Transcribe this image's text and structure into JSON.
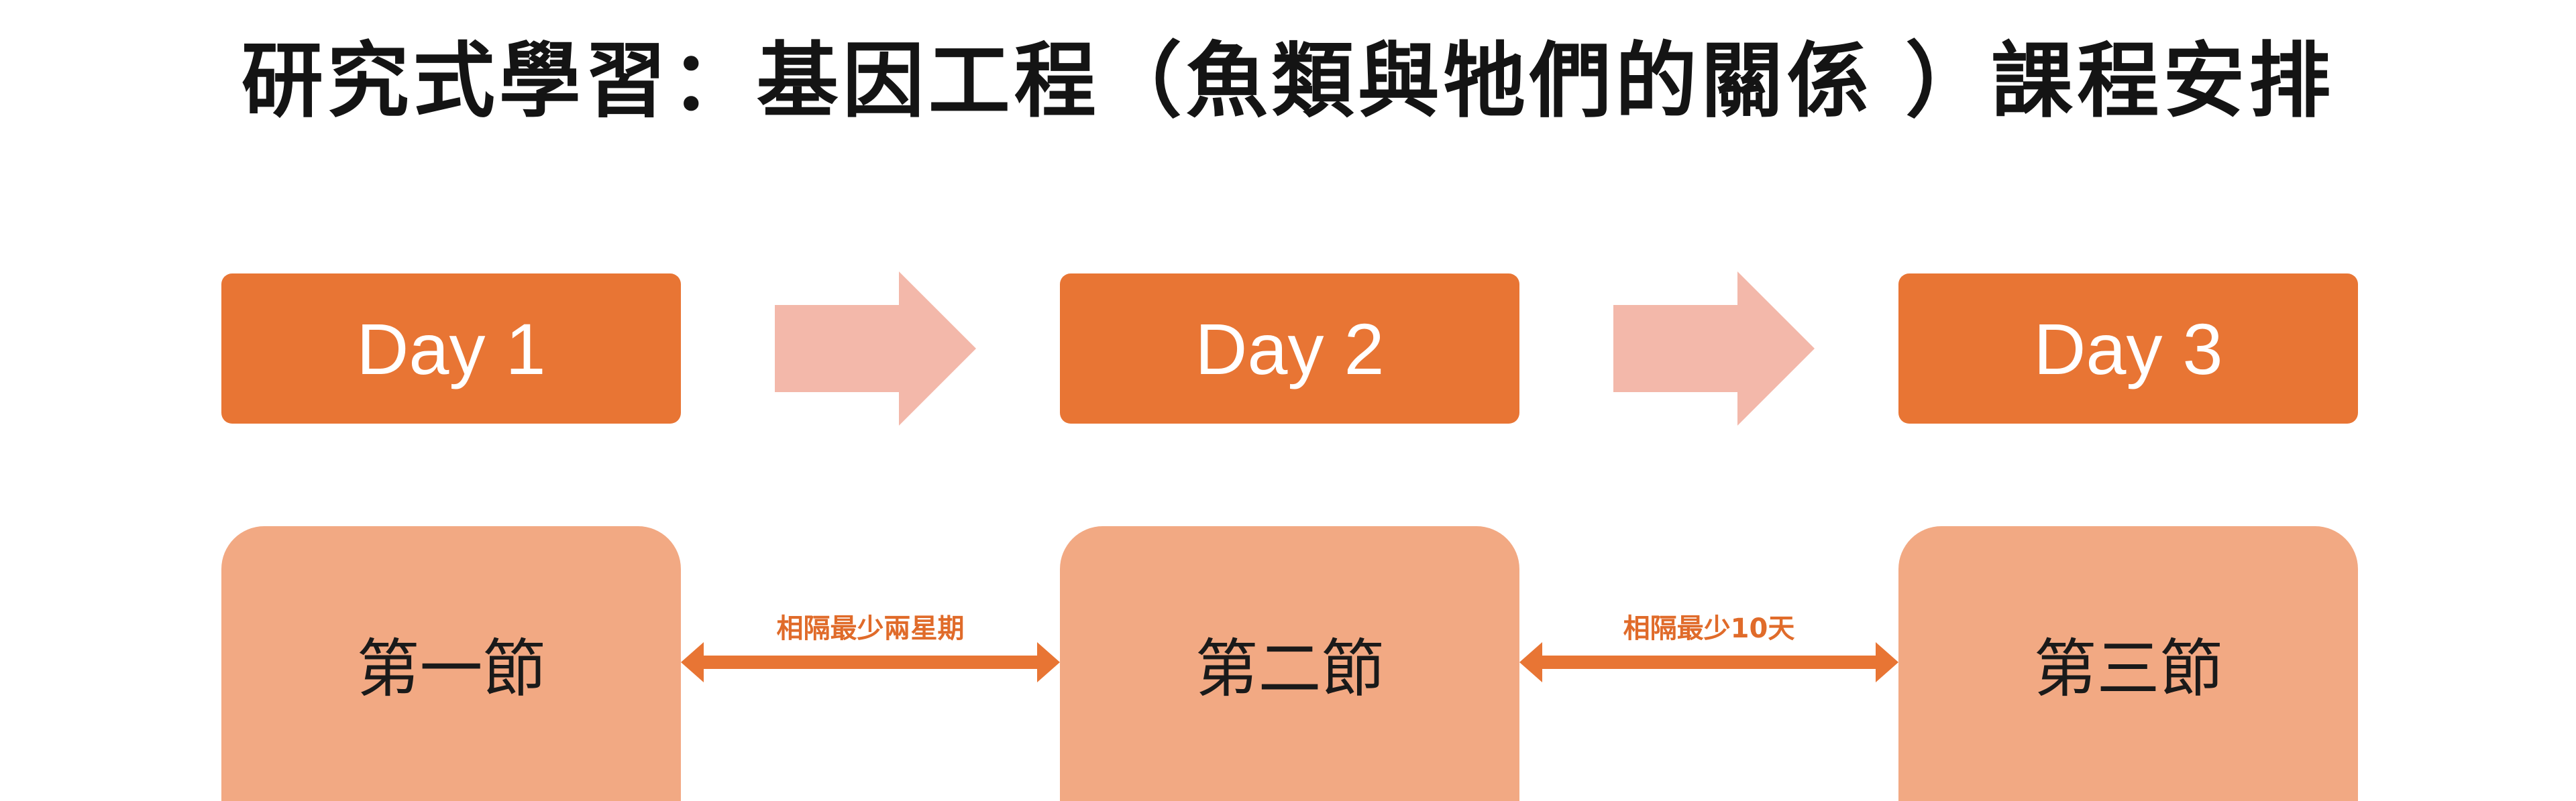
{
  "title": "研究式學習：基因工程（魚類與牠們的關係 ）課程安排",
  "days": [
    "Day 1",
    "Day 2",
    "Day 3"
  ],
  "sessions": [
    "第一節",
    "第二節",
    "第三節"
  ],
  "gaps": [
    "相隔最少兩星期",
    "相隔最少10天"
  ],
  "colors": {
    "day_box": "#e87534",
    "session_box": "#f2a983",
    "flow_arrow": "#f3b8aa",
    "gap_arrow": "#e87534",
    "gap_text": "#e06b2a"
  },
  "icons": {
    "flow_arrow": "right-arrow-icon",
    "gap_arrow": "double-headed-arrow-icon"
  }
}
